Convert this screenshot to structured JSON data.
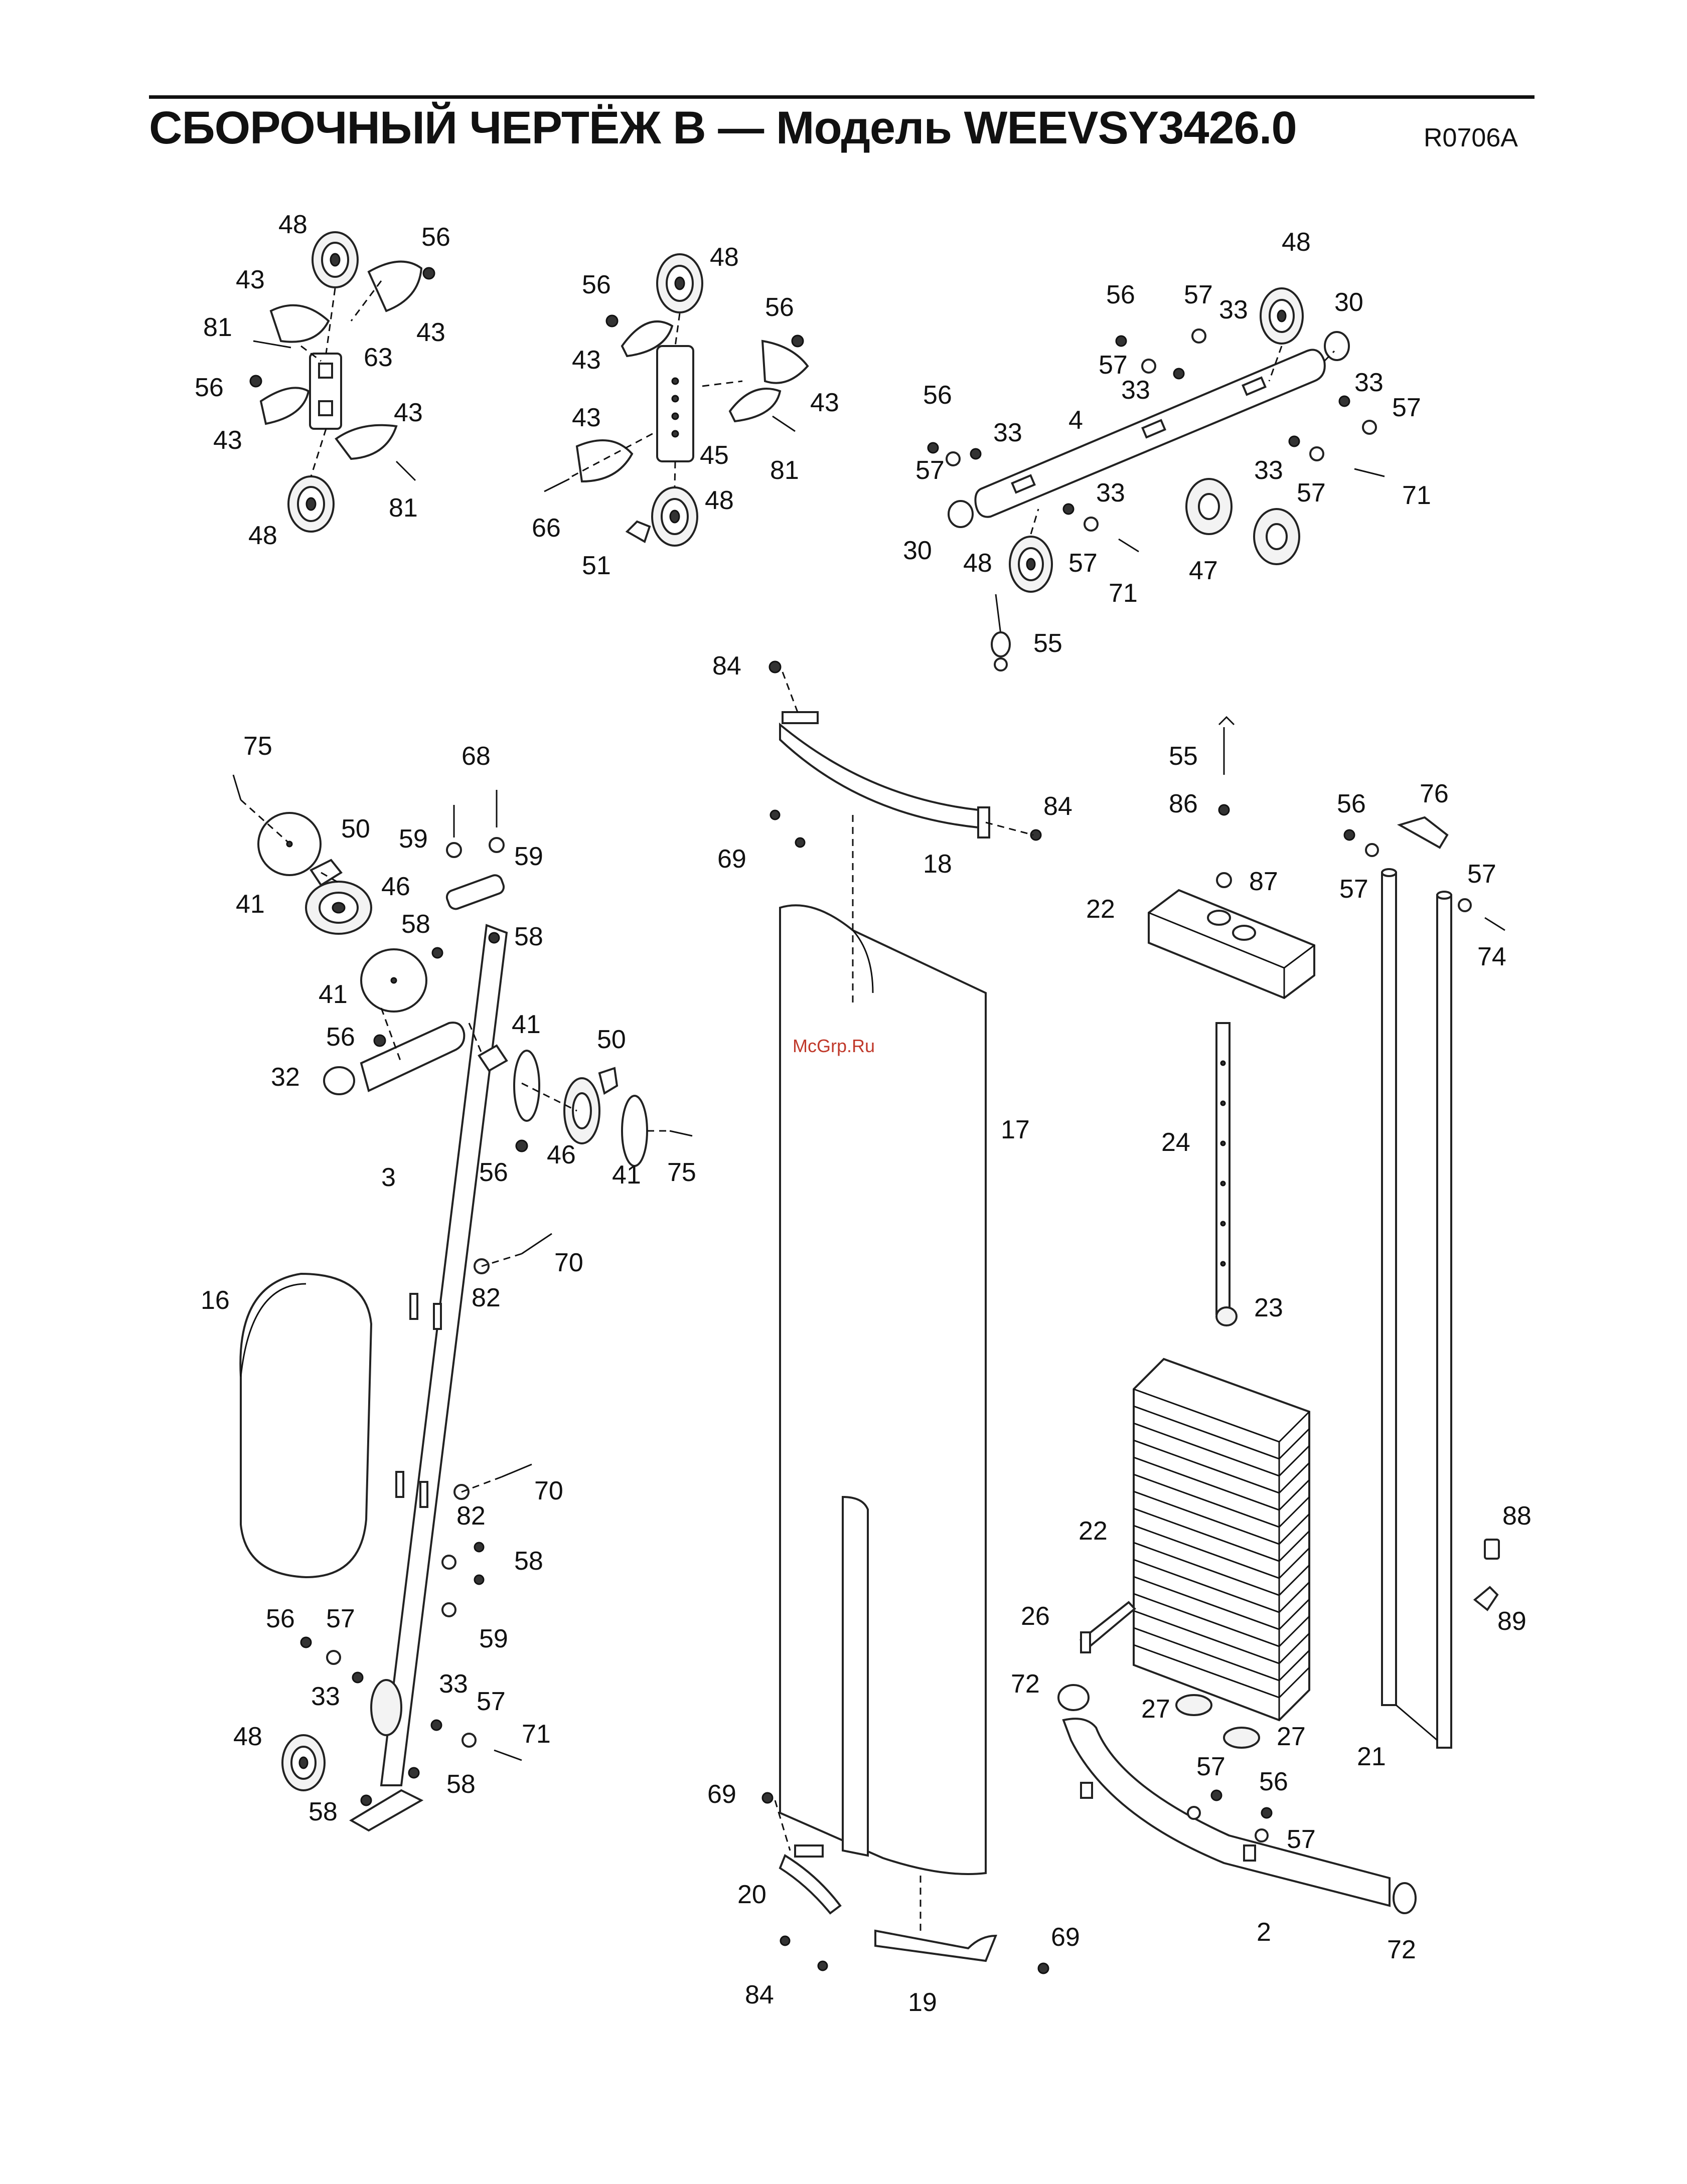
{
  "header": {
    "title": "СБОРОЧНЫЙ ЧЕРТЁЖ В — Модель WEEVSY3426.0",
    "code": "R0706A"
  },
  "watermark": "McGrp.Ru",
  "part_labels": [
    {
      "id": "l1",
      "text": "48"
    },
    {
      "id": "l2",
      "text": "56"
    },
    {
      "id": "l3",
      "text": "43"
    },
    {
      "id": "l4",
      "text": "43"
    },
    {
      "id": "l5",
      "text": "81"
    },
    {
      "id": "l6",
      "text": "63"
    },
    {
      "id": "l7",
      "text": "56"
    },
    {
      "id": "l8",
      "text": "43"
    },
    {
      "id": "l9",
      "text": "43"
    },
    {
      "id": "l10",
      "text": "81"
    },
    {
      "id": "l11",
      "text": "48"
    },
    {
      "id": "l12",
      "text": "56"
    },
    {
      "id": "l13",
      "text": "48"
    },
    {
      "id": "l14",
      "text": "56"
    },
    {
      "id": "l15",
      "text": "43"
    },
    {
      "id": "l16",
      "text": "43"
    },
    {
      "id": "l17",
      "text": "43"
    },
    {
      "id": "l18",
      "text": "45"
    },
    {
      "id": "l19",
      "text": "81"
    },
    {
      "id": "l20",
      "text": "66"
    },
    {
      "id": "l21",
      "text": "48"
    },
    {
      "id": "l22",
      "text": "51"
    },
    {
      "id": "l23",
      "text": "56"
    },
    {
      "id": "l24",
      "text": "57"
    },
    {
      "id": "l25",
      "text": "33"
    },
    {
      "id": "l26",
      "text": "48"
    },
    {
      "id": "l27",
      "text": "30"
    },
    {
      "id": "l28",
      "text": "57"
    },
    {
      "id": "l29",
      "text": "33"
    },
    {
      "id": "l30",
      "text": "33"
    },
    {
      "id": "l31",
      "text": "57"
    },
    {
      "id": "l32",
      "text": "4"
    },
    {
      "id": "l33",
      "text": "56"
    },
    {
      "id": "l34",
      "text": "33"
    },
    {
      "id": "l35",
      "text": "57"
    },
    {
      "id": "l36",
      "text": "33"
    },
    {
      "id": "l37",
      "text": "57"
    },
    {
      "id": "l38",
      "text": "71"
    },
    {
      "id": "l39",
      "text": "33"
    },
    {
      "id": "l40",
      "text": "30"
    },
    {
      "id": "l41",
      "text": "48"
    },
    {
      "id": "l42",
      "text": "57"
    },
    {
      "id": "l43",
      "text": "71"
    },
    {
      "id": "l44",
      "text": "47"
    },
    {
      "id": "l45",
      "text": "55"
    },
    {
      "id": "l46",
      "text": "84"
    },
    {
      "id": "l47",
      "text": "84"
    },
    {
      "id": "l48",
      "text": "69"
    },
    {
      "id": "l49",
      "text": "18"
    },
    {
      "id": "l50",
      "text": "17"
    },
    {
      "id": "l51",
      "text": "69"
    },
    {
      "id": "l52",
      "text": "20"
    },
    {
      "id": "l53",
      "text": "84"
    },
    {
      "id": "l54",
      "text": "19"
    },
    {
      "id": "l55",
      "text": "69"
    },
    {
      "id": "l56",
      "text": "75"
    },
    {
      "id": "l57",
      "text": "68"
    },
    {
      "id": "l58",
      "text": "50"
    },
    {
      "id": "l59",
      "text": "59"
    },
    {
      "id": "l60",
      "text": "59"
    },
    {
      "id": "l61",
      "text": "41"
    },
    {
      "id": "l62",
      "text": "46"
    },
    {
      "id": "l63",
      "text": "58"
    },
    {
      "id": "l64",
      "text": "58"
    },
    {
      "id": "l65",
      "text": "41"
    },
    {
      "id": "l66",
      "text": "56"
    },
    {
      "id": "l67",
      "text": "41"
    },
    {
      "id": "l68",
      "text": "50"
    },
    {
      "id": "l69",
      "text": "32"
    },
    {
      "id": "l70",
      "text": "56"
    },
    {
      "id": "l71",
      "text": "46"
    },
    {
      "id": "l72",
      "text": "41"
    },
    {
      "id": "l73",
      "text": "75"
    },
    {
      "id": "l74",
      "text": "3"
    },
    {
      "id": "l75",
      "text": "70"
    },
    {
      "id": "l76",
      "text": "82"
    },
    {
      "id": "l77",
      "text": "16"
    },
    {
      "id": "l78",
      "text": "70"
    },
    {
      "id": "l79",
      "text": "82"
    },
    {
      "id": "l80",
      "text": "58"
    },
    {
      "id": "l81",
      "text": "59"
    },
    {
      "id": "l82",
      "text": "56"
    },
    {
      "id": "l83",
      "text": "57"
    },
    {
      "id": "l84",
      "text": "33"
    },
    {
      "id": "l85",
      "text": "33"
    },
    {
      "id": "l86",
      "text": "57"
    },
    {
      "id": "l87",
      "text": "48"
    },
    {
      "id": "l88",
      "text": "71"
    },
    {
      "id": "l89",
      "text": "58"
    },
    {
      "id": "l90",
      "text": "58"
    },
    {
      "id": "l91",
      "text": "55"
    },
    {
      "id": "l92",
      "text": "86"
    },
    {
      "id": "l93",
      "text": "87"
    },
    {
      "id": "l94",
      "text": "22"
    },
    {
      "id": "l95",
      "text": "24"
    },
    {
      "id": "l96",
      "text": "23"
    },
    {
      "id": "l97",
      "text": "22"
    },
    {
      "id": "l98",
      "text": "26"
    },
    {
      "id": "l99",
      "text": "72"
    },
    {
      "id": "l100",
      "text": "27"
    },
    {
      "id": "l101",
      "text": "27"
    },
    {
      "id": "l102",
      "text": "57"
    },
    {
      "id": "l103",
      "text": "56"
    },
    {
      "id": "l104",
      "text": "57"
    },
    {
      "id": "l105",
      "text": "2"
    },
    {
      "id": "l106",
      "text": "72"
    },
    {
      "id": "l107",
      "text": "56"
    },
    {
      "id": "l108",
      "text": "76"
    },
    {
      "id": "l109",
      "text": "57"
    },
    {
      "id": "l110",
      "text": "57"
    },
    {
      "id": "l111",
      "text": "74"
    },
    {
      "id": "l112",
      "text": "21"
    },
    {
      "id": "l113",
      "text": "88"
    },
    {
      "id": "l114",
      "text": "89"
    }
  ]
}
